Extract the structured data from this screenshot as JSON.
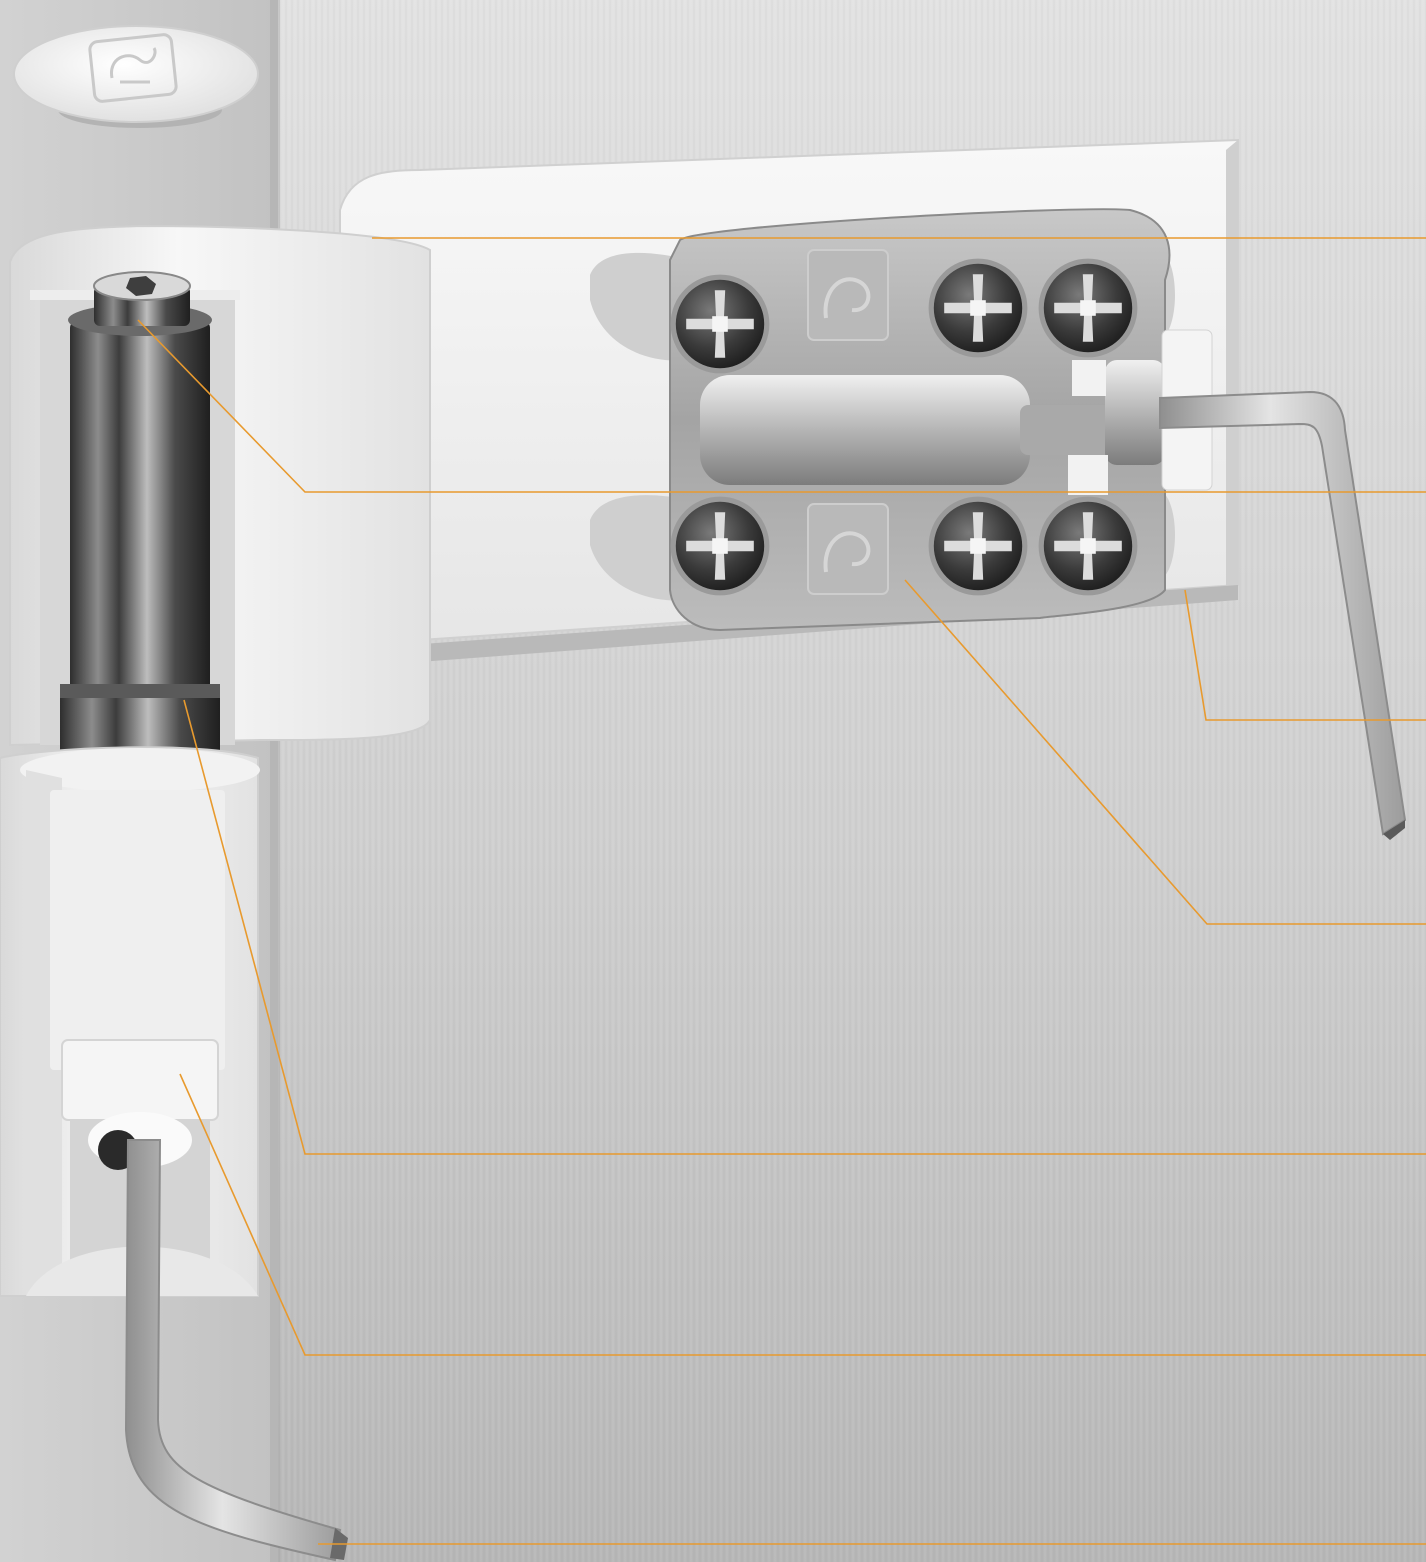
{
  "illustration": {
    "subject": "door-hinge-cutaway",
    "colors": {
      "background_light": "#dcdcdc",
      "background_dark": "#b9b9b9",
      "frame_strip": "#d6d6d6",
      "hinge_white": "#f1f1f1",
      "hinge_shadow": "#cfcfcf",
      "metal_light": "#e6e6e6",
      "metal_mid": "#9a9a9a",
      "metal_dark": "#3a3a3a",
      "callout_line": "#e89a2e"
    },
    "icons": {
      "cap": "logo-cap-icon",
      "plate_upper_logo": "logo-emboss-icon",
      "plate_lower_logo": "logo-emboss-icon",
      "screw": "phillips-screw-icon",
      "hex_key": "hex-key-icon"
    }
  },
  "callouts": [
    {
      "id": "callout-hinge-leaf",
      "target": "hinge-leaf"
    },
    {
      "id": "callout-pin-top",
      "target": "hinge-pin-hex-socket"
    },
    {
      "id": "callout-adjustment-plate",
      "target": "adjustment-plate-body"
    },
    {
      "id": "callout-mounting-plate",
      "target": "mounting-plate"
    },
    {
      "id": "callout-bearing-ring",
      "target": "bearing-ring"
    },
    {
      "id": "callout-lower-bushing",
      "target": "lower-bushing"
    },
    {
      "id": "callout-hex-key",
      "target": "hex-key-tip"
    }
  ]
}
